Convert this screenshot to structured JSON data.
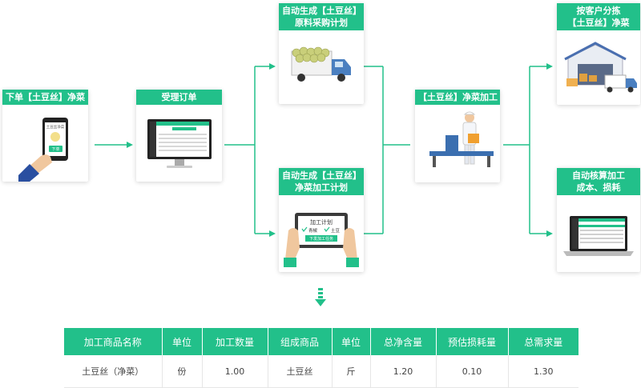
{
  "steps": {
    "order": {
      "title": "下单【土豆丝】净菜"
    },
    "accept": {
      "title": "受理订单"
    },
    "purchase": {
      "title_line1": "自动生成【土豆丝】",
      "title_line2": "原料采购计划"
    },
    "plan": {
      "title_line1": "自动生成【土豆丝】",
      "title_line2": "净菜加工计划"
    },
    "process": {
      "title": "【土豆丝】净菜加工"
    },
    "sort": {
      "title_line1": "按客户分拣",
      "title_line2": "【土豆丝】净菜"
    },
    "cost": {
      "title_line1": "自动核算加工",
      "title_line2": "成本、损耗"
    }
  },
  "phone": {
    "screen_title": "土豆丝净菜",
    "button": "下单"
  },
  "tablet": {
    "title": "加工计划",
    "item1": "青椒",
    "item2": "土豆",
    "button": "下发加工任务"
  },
  "table": {
    "headers": [
      "加工商品名称",
      "单位",
      "加工数量",
      "组成商品",
      "单位",
      "总净含量",
      "预估损耗量",
      "总需求量"
    ],
    "rows": [
      [
        "土豆丝（净菜）",
        "份",
        "1.00",
        "土豆丝",
        "斤",
        "1.20",
        "0.10",
        "1.30"
      ]
    ]
  },
  "colors": {
    "accent": "#22c08a"
  },
  "icons": {
    "order": "hand-phone-icon",
    "accept": "monitor-icon",
    "purchase": "delivery-truck-icon",
    "plan": "hands-tablet-icon",
    "process": "worker-conveyor-icon",
    "sort": "warehouse-icon",
    "cost": "laptop-icon",
    "flow": "down-arrow-icon"
  }
}
